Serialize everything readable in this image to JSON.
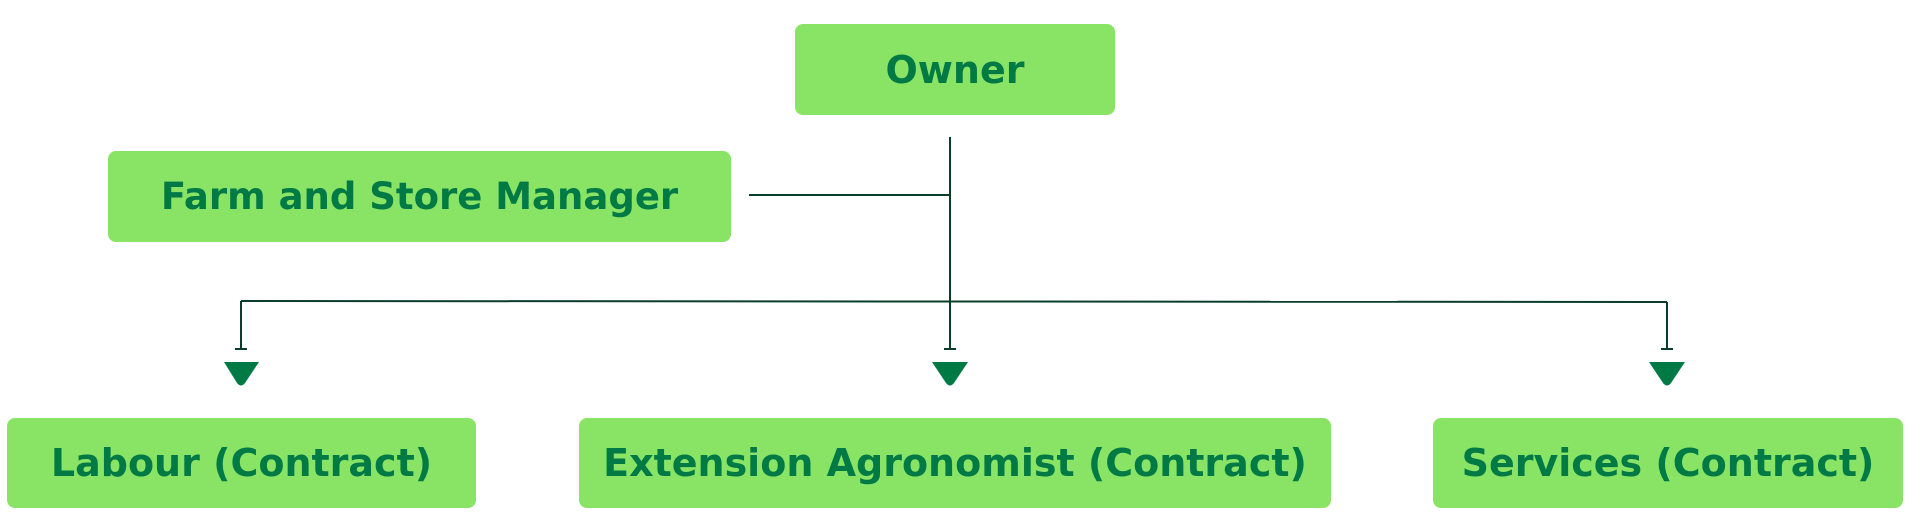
{
  "nodes": {
    "owner": "Owner",
    "manager": "Farm and Store Manager",
    "labour": "Labour (Contract)",
    "agronomist": "Extension Agronomist (Contract)",
    "services": "Services (Contract)"
  },
  "colors": {
    "box_fill": "#89e365",
    "text": "#007a45",
    "line": "#0a3d2a",
    "arrow": "#007a45"
  }
}
